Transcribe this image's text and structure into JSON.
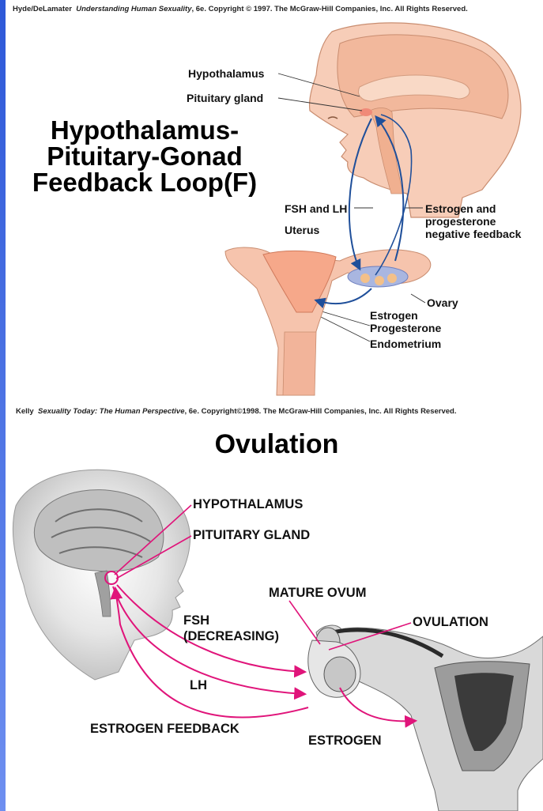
{
  "top_figure": {
    "copyright_author": "Hyde/DeLamater",
    "copyright_book": "Understanding Human Sexuality",
    "copyright_rest": ", 6e. Copyright © 1997. The McGraw-Hill Companies, Inc. All Rights Reserved.",
    "title_lines": [
      "Hypothalamus-",
      "Pituitary-Gonad",
      "Feedback Loop(F)"
    ],
    "labels": {
      "hypothalamus": "Hypothalamus",
      "pituitary": "Pituitary gland",
      "fsh_lh": "FSH and LH",
      "uterus": "Uterus",
      "feedback_line1": "Estrogen and",
      "feedback_line2": "progesterone",
      "feedback_line3": "negative feedback",
      "ovary": "Ovary",
      "estrogen": "Estrogen",
      "progesterone": "Progesterone",
      "endometrium": "Endometrium"
    }
  },
  "bottom_figure": {
    "copyright_author": "Kelly",
    "copyright_book": "Sexuality Today: The Human Perspective",
    "copyright_rest": ", 6e. Copyright©1998. The McGraw-Hill Companies, Inc. All Rights Reserved.",
    "title": "Ovulation",
    "labels": {
      "hypothalamus": "HYPOTHALAMUS",
      "pituitary": "PITUITARY GLAND",
      "mature_ovum": "MATURE OVUM",
      "fsh_line1": "FSH",
      "fsh_line2": "(DECREASING)",
      "ovulation": "OVULATION",
      "lh": "LH",
      "estrogen_feedback": "ESTROGEN FEEDBACK",
      "estrogen": "ESTROGEN"
    }
  },
  "colors": {
    "arrow_blue": "#1f4f9a",
    "arrow_magenta": "#e0147a",
    "skin": "#f7cdb8",
    "brain": "#f2b89c",
    "uterus": "#f6a88a",
    "gray_shading": "#9a9a9a"
  }
}
